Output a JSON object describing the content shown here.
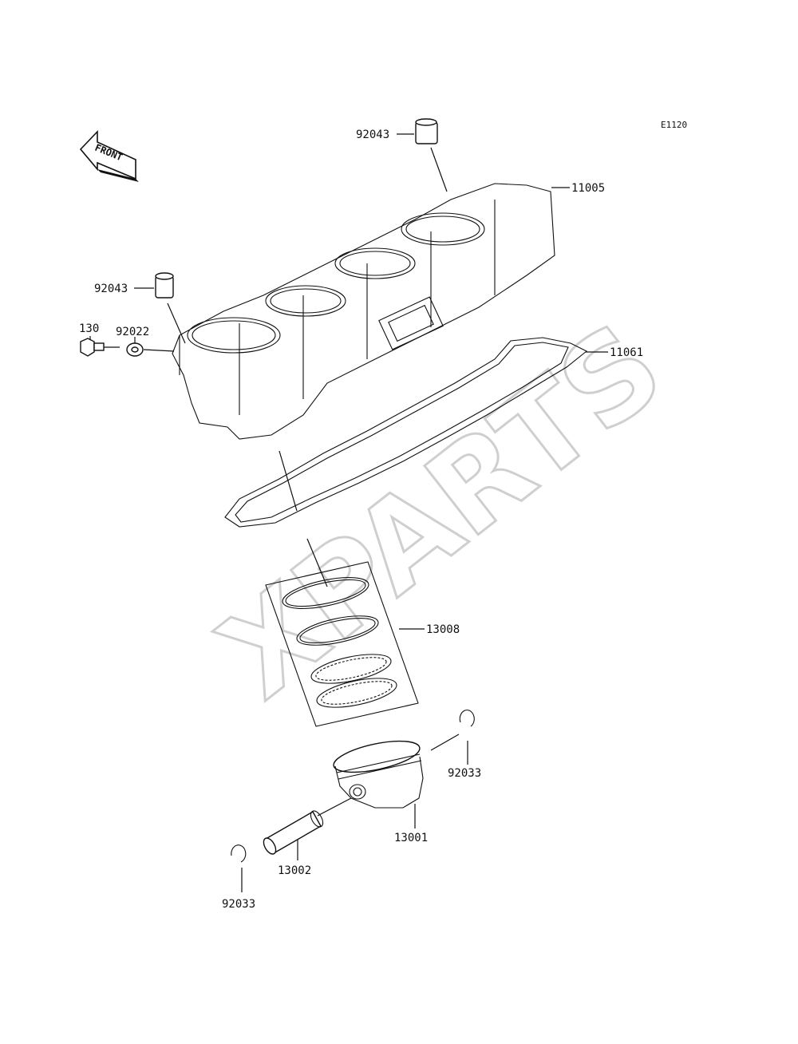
{
  "diagram_code": "E1120",
  "front_label": "FRONT",
  "watermark": "XPARTS",
  "callouts": {
    "dowel_top": "92043",
    "cylinder": "11005",
    "dowel_left": "92043",
    "bolt": "130",
    "washer": "92022",
    "gasket": "11061",
    "ring_set": "13008",
    "circlip_right": "92033",
    "piston": "13001",
    "piston_pin": "13002",
    "circlip_left": "92033"
  }
}
